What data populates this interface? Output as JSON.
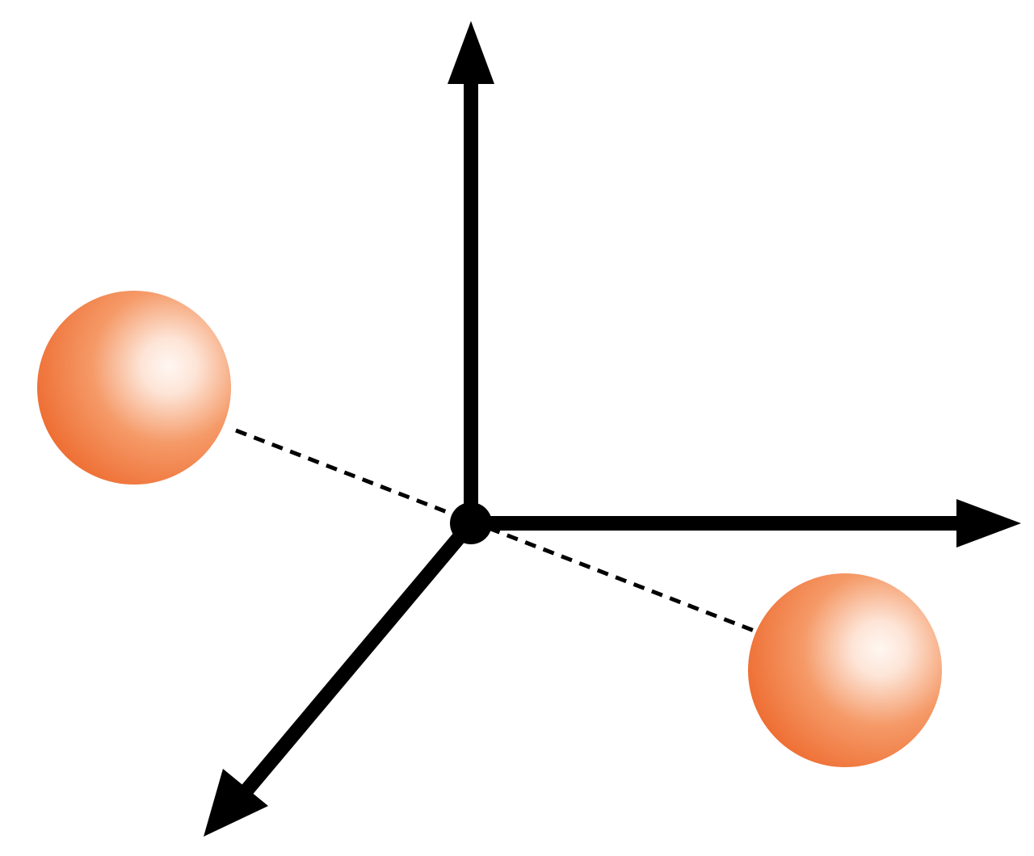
{
  "diagram": {
    "axes": [
      "vertical-axis",
      "horizontal-axis",
      "depth-axis"
    ],
    "spheres": [
      "left-sphere",
      "right-sphere"
    ],
    "colors": {
      "axis": "#000000",
      "sphere_highlight": "#fff7f2",
      "sphere_mid": "#f59a68",
      "sphere_edge": "#ee6d32",
      "bond": "#000000"
    }
  }
}
